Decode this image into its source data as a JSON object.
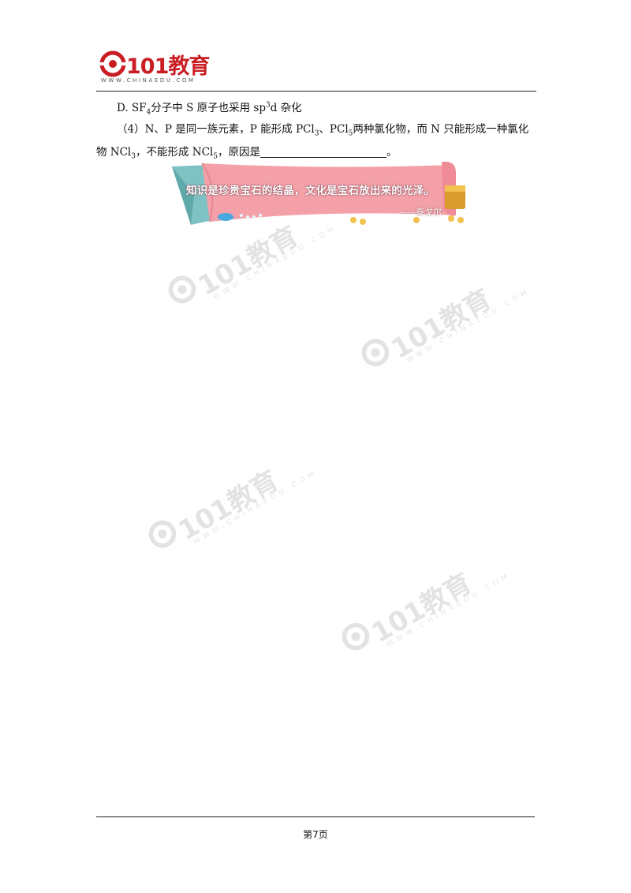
{
  "header": {
    "brand": "101教育",
    "url": "WWW.CHINAEDU.COM"
  },
  "content": {
    "option_d": {
      "pre": "D. SF",
      "sub": "4",
      "post": "分子中 S 原子也采用 sp",
      "sup": "3",
      "tail": "d 杂化"
    },
    "q4_line1": {
      "a": "（4）N、P 是同一族元素，P 能形成 PCl",
      "s1": "3",
      "b": "、PCl",
      "s2": "5",
      "c": "两种氯化物，而 N 只能形成一种氯化"
    },
    "q4_line2": {
      "a": "物 NCl",
      "s1": "3",
      "b": "，不能形成 NCl",
      "s2": "5",
      "c": "，原因是",
      "end": "。"
    }
  },
  "banner": {
    "quote": "知识是珍贵宝石的结晶，文化是宝石放出来的光泽。",
    "author": "——泰戈尔"
  },
  "watermark": {
    "brand": "101教育",
    "url": "WWW.CHINAEDU.COM"
  },
  "footer": {
    "page": "第7页"
  },
  "colors": {
    "brand_red": "#c81e24",
    "banner_pink": "#f4a0a8",
    "banner_teal": "#7fc2c4"
  }
}
